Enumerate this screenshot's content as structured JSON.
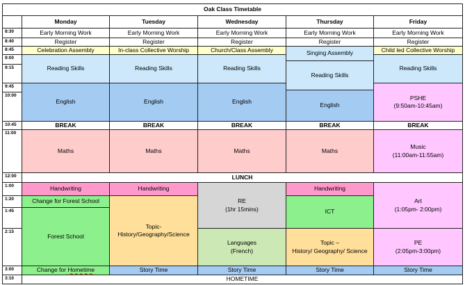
{
  "title": "Oak Class Timetable",
  "days": [
    "Monday",
    "Tuesday",
    "Wednesday",
    "Thursday",
    "Friday"
  ],
  "times": [
    "8:30",
    "8:40",
    "8:45",
    "9:00",
    "9:15",
    "9:45",
    "10:00",
    "10:45",
    "11:00",
    "12:00",
    "1:00",
    "1:20",
    "1:45",
    "2:15",
    "3:00",
    "3:10"
  ],
  "colors": {
    "cream": "#FFFFCC",
    "lightblue": "#CCE8FA",
    "blue": "#A4CBF2",
    "pink": "#FFCCCC",
    "violet": "#FFC6FF",
    "magenta": "#FF99CC",
    "green": "#8CF08C",
    "orange": "#FFDF99",
    "grey": "#D6D6D6",
    "sage": "#CCE8B4",
    "white": "#FFFFFF"
  },
  "cells": {
    "early_morning_work": [
      "Early Morning Work",
      "Early Morning Work",
      "Early Morning Work",
      "Early Morning Work",
      "Early Morning Work"
    ],
    "register": [
      "Register",
      "Register",
      "Register",
      "Register",
      "Register"
    ],
    "assembly": [
      "Celebration Assembly",
      "In-class Collective Worship",
      "Church/Class Assembly",
      "Singing Assembly",
      "Child led Collective Worship"
    ],
    "reading": [
      "Reading Skills",
      "Reading Skills",
      "Reading Skills",
      "Reading Skills",
      "Reading Skills"
    ],
    "english": [
      "English",
      "English",
      "English",
      "English"
    ],
    "friday_pshe": "PSHE\n(9:50am-10:45am)",
    "break": [
      "BREAK",
      "BREAK",
      "BREAK",
      "BREAK",
      "BREAK"
    ],
    "maths": [
      "Maths",
      "Maths",
      "Maths",
      "Maths"
    ],
    "friday_music": "Music\n(11:00am-11:55am)",
    "lunch": "LUNCH",
    "handwriting": [
      "Handwriting",
      "Handwriting",
      "Handwriting"
    ],
    "change_forest": "Change for Forest School",
    "forest_school": "Forest School",
    "change_home_prefix": "Change for ",
    "change_home_word": "Hometime",
    "topic_tue": "Topic-\nHistory/Geography/Science",
    "re": "RE\n(1hr 15mins)",
    "languages": "Languages\n(French)",
    "ict": "ICT",
    "topic_thu": "Topic –\nHistory/ Geography/ Science",
    "art": "Art\n(1:05pm- 2:00pm)",
    "pe": "PE\n(2:05pm-3:00pm)",
    "story_time": [
      "Story Time",
      "Story Time",
      "Story Time",
      "Story Time"
    ],
    "hometime": "HOMETIME"
  }
}
